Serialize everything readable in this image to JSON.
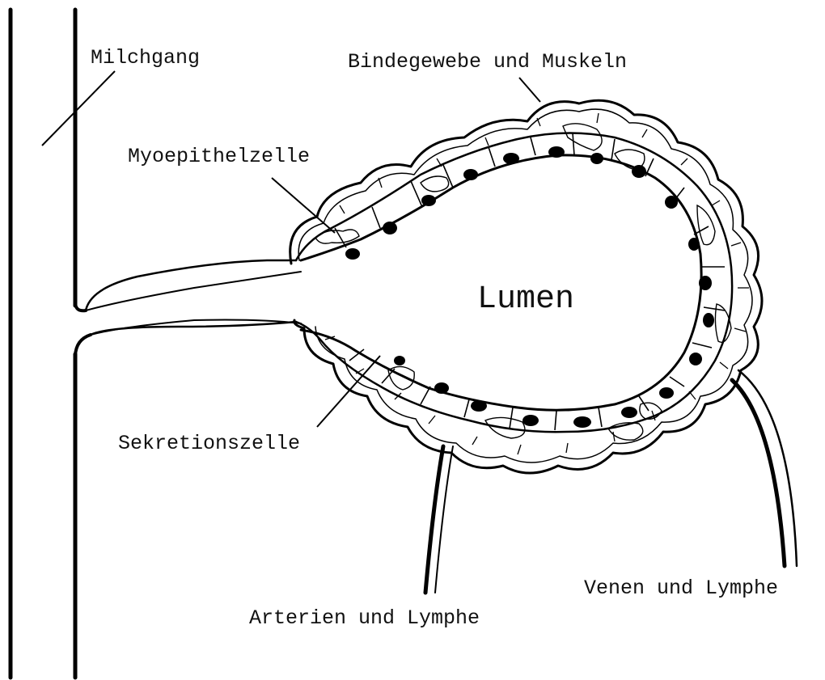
{
  "labels": {
    "milchgang": "Milchgang",
    "bindegewebe": "Bindegewebe und Muskeln",
    "myoepithelzelle": "Myoepithelzelle",
    "lumen": "Lumen",
    "sekretionszelle": "Sekretionszelle",
    "arterien": "Arterien und Lymphe",
    "venen": "Venen und Lymphe"
  },
  "colors": {
    "ink": "#000000",
    "background": "#ffffff"
  }
}
